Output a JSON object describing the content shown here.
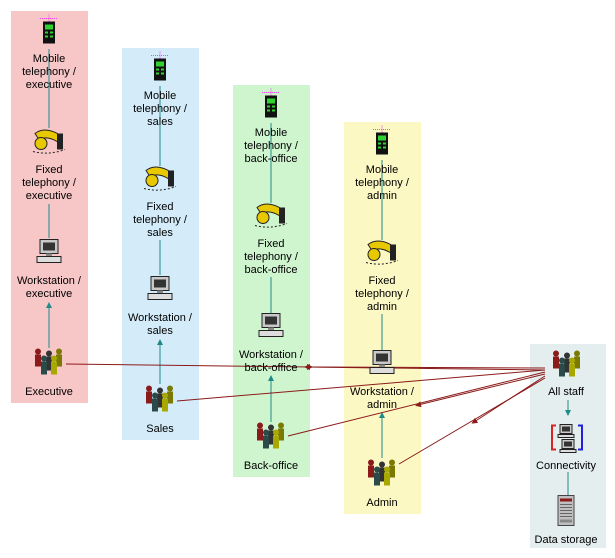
{
  "colors": {
    "executive": "#f7c6c6",
    "sales": "#d4ecfa",
    "backoffice": "#cff5cf",
    "admin": "#fbf8c4",
    "infra": "#e4eeee",
    "vertical_connector": "#1f8a8a",
    "cross_connector": "#8b1a1a"
  },
  "icons": {
    "mobile": "mobile-phone-icon",
    "fixed": "desk-phone-icon",
    "workstation": "workstation-computer-icon",
    "people": "people-group-icon",
    "connectivity": "network-connectivity-icon",
    "storage": "data-storage-icon"
  },
  "groups": {
    "executive": {
      "mobile": [
        "Mobile",
        "telephony /",
        "executive"
      ],
      "fixed": [
        "Fixed",
        "telephony /",
        "executive"
      ],
      "workstation": [
        "Workstation /",
        "executive"
      ],
      "people": "Executive"
    },
    "sales": {
      "mobile": [
        "Mobile",
        "telephony /",
        "sales"
      ],
      "fixed": [
        "Fixed",
        "telephony /",
        "sales"
      ],
      "workstation": [
        "Workstation /",
        "sales"
      ],
      "people": "Sales"
    },
    "backoffice": {
      "mobile": [
        "Mobile",
        "telephony /",
        "back-office"
      ],
      "fixed": [
        "Fixed",
        "telephony /",
        "back-office"
      ],
      "workstation": [
        "Workstation /",
        "back-office"
      ],
      "people": "Back-office"
    },
    "admin": {
      "mobile": [
        "Mobile",
        "telephony /",
        "admin"
      ],
      "fixed": [
        "Fixed",
        "telephony /",
        "admin"
      ],
      "workstation": [
        "Workstation /",
        "admin"
      ],
      "people": "Admin"
    },
    "infra": {
      "all_staff": "All staff",
      "connectivity": "Connectivity",
      "storage": "Data storage"
    }
  }
}
